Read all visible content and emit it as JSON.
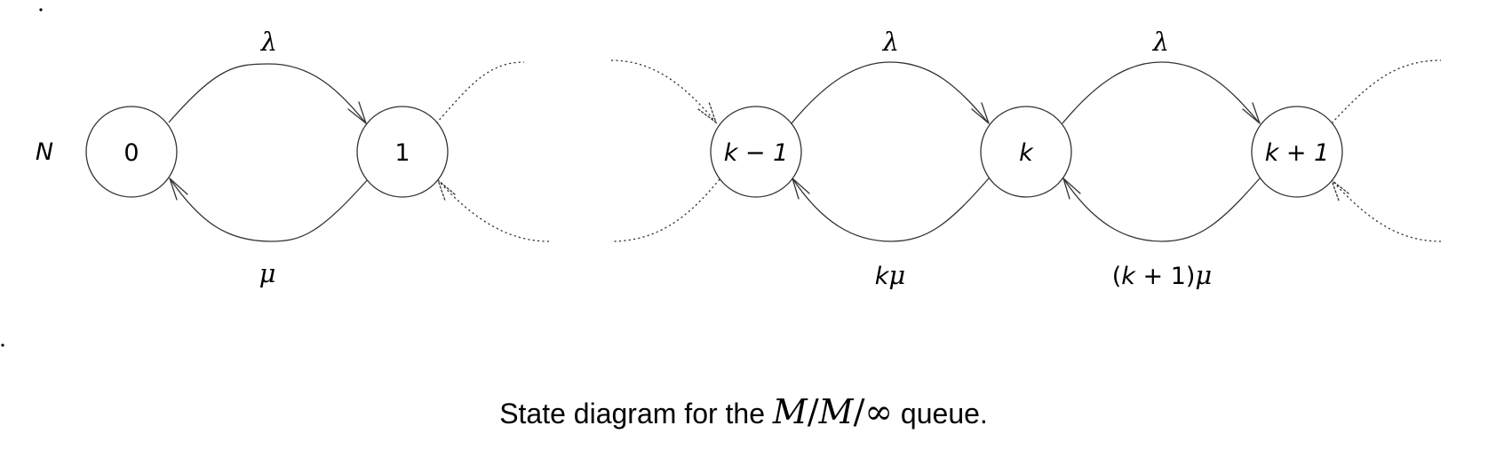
{
  "diagram": {
    "row_label": "N",
    "states": [
      {
        "id": "s0",
        "label": "0"
      },
      {
        "id": "s1",
        "label": "1"
      },
      {
        "id": "sk1",
        "label": "k − 1"
      },
      {
        "id": "sk",
        "label": "k"
      },
      {
        "id": "skp1",
        "label": "k + 1"
      }
    ],
    "forward_rates": [
      "λ",
      "λ",
      "λ"
    ],
    "backward_rates": {
      "b01": "μ",
      "bk": {
        "k": "k",
        "mu": "μ"
      },
      "bkp1": {
        "open": "(",
        "k": "k",
        "plus": " + 1)",
        "mu": "μ"
      }
    }
  },
  "caption": {
    "prefix": "State diagram for the ",
    "math": {
      "m1": "M",
      "s1": "/",
      "m2": "M",
      "s2": "/",
      "inf": "∞"
    },
    "suffix": " queue."
  }
}
